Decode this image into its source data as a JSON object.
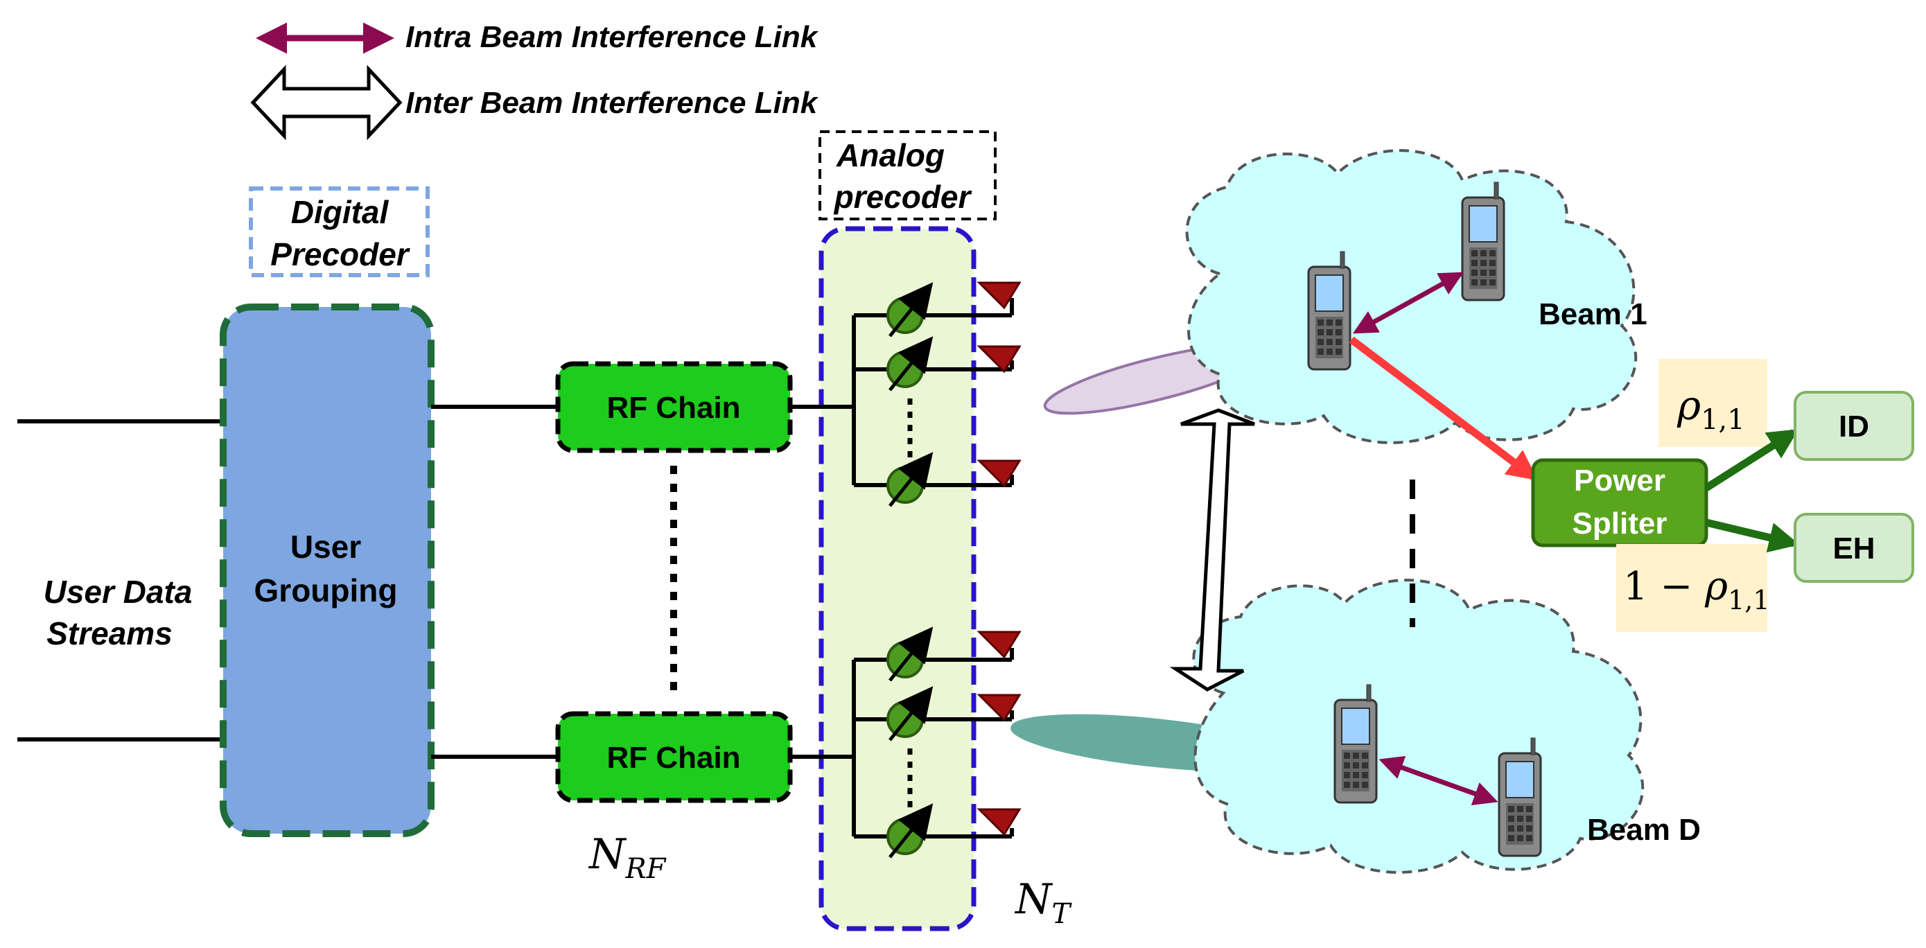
{
  "legend": {
    "intra_label": "Intra Beam Interference Link",
    "inter_label": "Inter Beam Interference Link",
    "intra_color": "#8b0a50"
  },
  "labels": {
    "digital_precoder_line1": "Digital",
    "digital_precoder_line2": "Precoder",
    "analog_precoder_line1": "Analog",
    "analog_precoder_line2": "precoder",
    "user_grouping_line1": "User",
    "user_grouping_line2": "Grouping",
    "user_data_line1": "User Data",
    "user_data_line2": "Streams",
    "rf_chain_top": "RF Chain",
    "rf_chain_bottom": "RF Chain",
    "n_rf_main": "N",
    "n_rf_sub": "RF",
    "n_t_main": "N",
    "n_t_sub": "T",
    "beam_1": "Beam 1",
    "beam_d": "Beam D",
    "power_splitter_line1": "Power",
    "power_splitter_line2": "Spliter",
    "id_box": "ID",
    "eh_box": "EH",
    "rho_main": "ρ",
    "rho_sub": "1,1",
    "one_minus": "1 − ",
    "one_minus_rho_main": "ρ",
    "one_minus_rho_sub": "1,1"
  },
  "colors": {
    "user_grouping_fill": "#7ea6e0",
    "user_grouping_border": "#1f6b3a",
    "rf_chain_fill": "#1ecc1e",
    "analog_fill": "#ebf7d4",
    "analog_border": "#2a14c8",
    "phase_shifter_fill": "#4d9a20",
    "antenna_fill": "#a01010",
    "cloud_fill": "#ccffff",
    "power_splitter_fill": "#5aa51e",
    "id_eh_fill": "#d5ecd1",
    "rho_fill": "#fff2cc",
    "red_arrow": "#ff3b3b",
    "green_arrow": "#1f6e12",
    "ellipse_top": "#e1d5e7",
    "ellipse_bottom": "#67ab9f"
  }
}
